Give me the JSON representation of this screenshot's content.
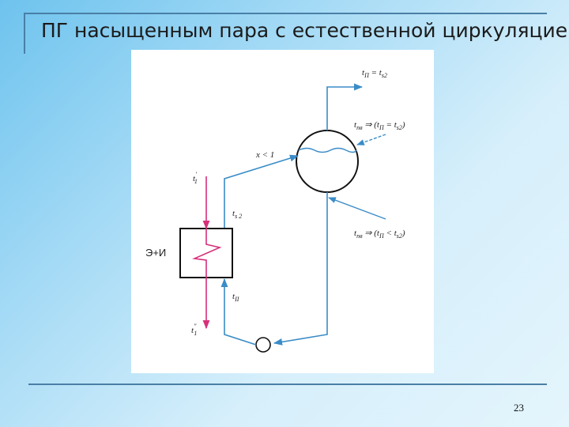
{
  "slide": {
    "title": "ПГ насыщенным  пара с естественной циркуляцией",
    "page_number": "23"
  },
  "diagram": {
    "block_label": "Э+И",
    "labels": {
      "steam_out": {
        "main": "t",
        "sub": "П",
        "eq": " = t",
        "sub2": "s2"
      },
      "feed_water_top": {
        "main": "t",
        "sub": "пв",
        "rest": " ⇒ (t",
        "sub2": "П",
        "rest2": " = t",
        "sub3": "s2",
        "rest3": ")"
      },
      "feed_water_bottom": {
        "main": "t",
        "sub": "пв",
        "rest": " ⇒ (t",
        "sub2": "П",
        "rest2": " < t",
        "sub3": "s2",
        "rest3": ")"
      },
      "quality": "x < 1",
      "t1_in": {
        "main": "t",
        "sub": "1",
        "mark": "′"
      },
      "ts2": {
        "main": "t",
        "sub": "s 2"
      },
      "tII": {
        "main": "t",
        "sub": "II"
      },
      "t1_out": {
        "main": "t",
        "sub": "1",
        "mark": "″"
      }
    },
    "colors": {
      "water_steam_line": "#3a8cc7",
      "heating_medium_line": "#d6307a",
      "equipment": "#111111"
    }
  }
}
